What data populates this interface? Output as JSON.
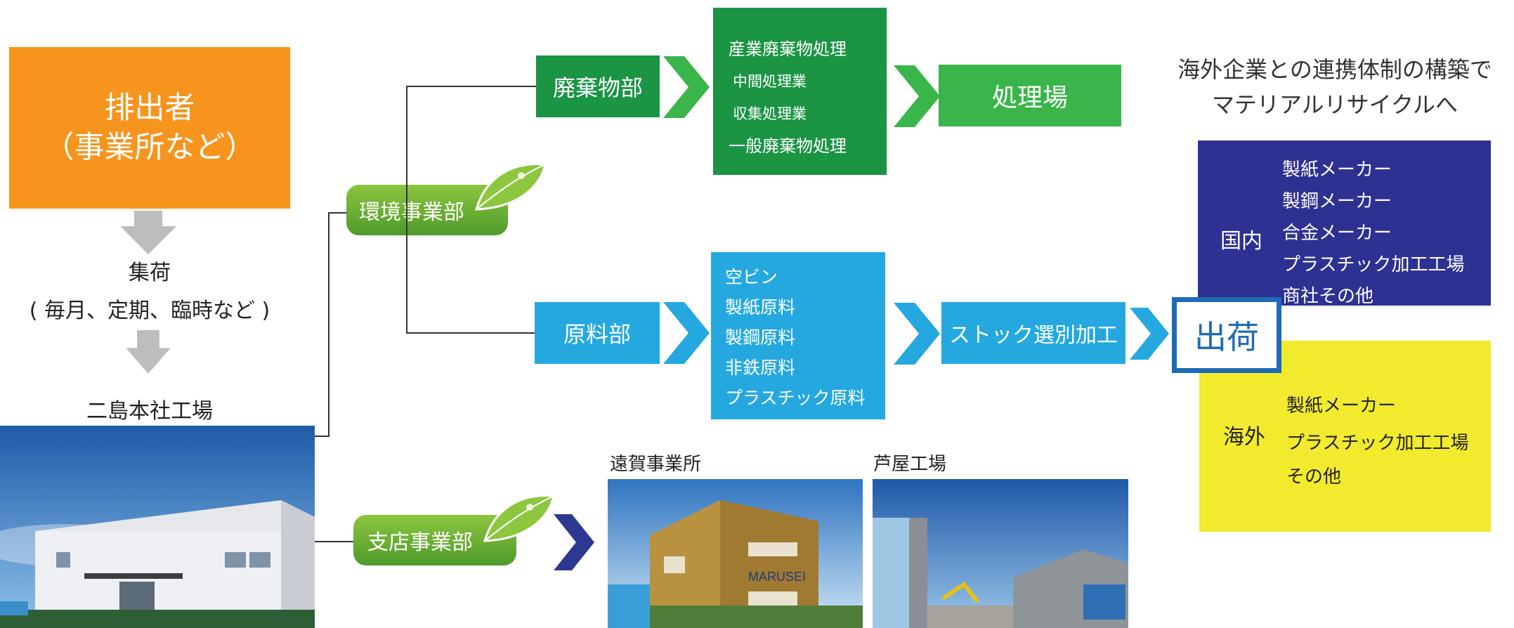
{
  "emitter": {
    "line1": "排出者",
    "line2": "（事業所など）"
  },
  "collection": {
    "line1": "集荷",
    "line2": "( 毎月、定期、臨時など )"
  },
  "hq": {
    "label": "二島本社工場"
  },
  "env_division": {
    "label": "環境事業部"
  },
  "branch_division": {
    "label": "支店事業部"
  },
  "waste_dept": {
    "label": "廃棄物部"
  },
  "waste_processing": {
    "items": [
      "産業廃棄物処理",
      "中間処理業",
      "収集処理業",
      "一般廃棄物処理"
    ]
  },
  "disposal": {
    "label": "処理場"
  },
  "material_dept": {
    "label": "原料部"
  },
  "materials": {
    "items": [
      "空ビン",
      "製紙原料",
      "製鋼原料",
      "非鉄原料",
      "プラスチック原料"
    ]
  },
  "stock": {
    "label": "ストック選別加工"
  },
  "shipping": {
    "label": "出荷"
  },
  "headline": {
    "line1": "海外企業との連携体制の構築で",
    "line2": "マテリアルリサイクルへ"
  },
  "domestic": {
    "label": "国内",
    "items": [
      "製紙メーカー",
      "製鋼メーカー",
      "合金メーカー",
      "プラスチック加工工場",
      "商社その他"
    ]
  },
  "overseas": {
    "label": "海外",
    "items": [
      "製紙メーカー",
      "プラスチック加工工場",
      "その他"
    ]
  },
  "onga": {
    "label": "遠賀事業所"
  },
  "ashiya": {
    "label": "芦屋工場"
  },
  "colors": {
    "orange": "#F6941E",
    "green_dark": "#1B9444",
    "green_mid": "#3AB54A",
    "leaf_green": "#6DB33F",
    "blue": "#25A8E0",
    "navy": "#2E3192",
    "yellow": "#F2EA2C",
    "ship_border": "#1F6BB5",
    "chevron_navy": "#2D3990"
  }
}
